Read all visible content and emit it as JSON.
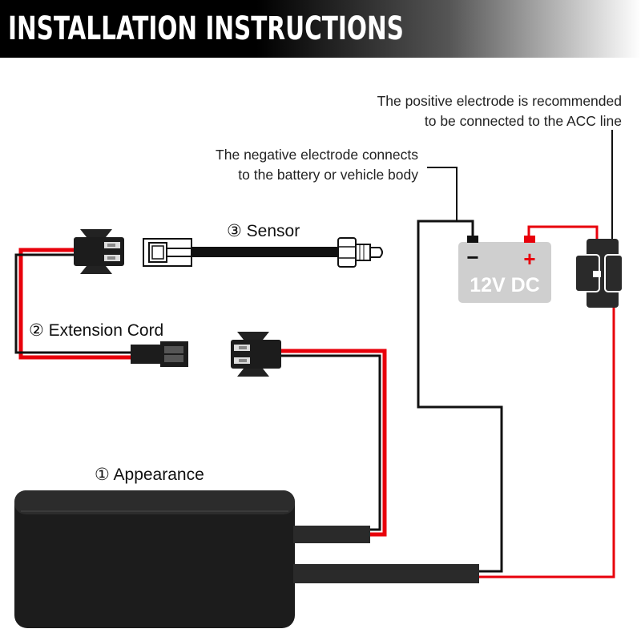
{
  "header": {
    "title": "INSTALLATION INSTRUCTIONS"
  },
  "notes": {
    "positive_line1": "The positive electrode is recommended",
    "positive_line2": "to be connected to the ACC line",
    "negative_line1": "The negative electrode connects",
    "negative_line2": "to the battery or vehicle body"
  },
  "labels": {
    "sensor": "③ Sensor",
    "extension_cord": "② Extension Cord",
    "appearance": "① Appearance"
  },
  "battery": {
    "text": "12V DC",
    "negative_symbol": "−",
    "positive_symbol": "+"
  },
  "colors": {
    "wire_positive": "#e8000b",
    "wire_negative": "#111111",
    "battery_body": "#cfcfcf",
    "device_body": "#1c1c1c"
  }
}
